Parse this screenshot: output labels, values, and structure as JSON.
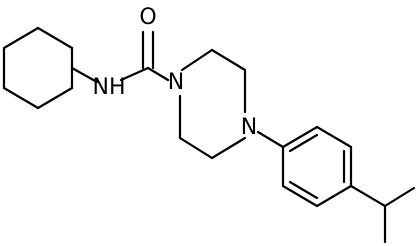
{
  "molecule": {
    "colors": {
      "bond": "#000000",
      "background": "#ffffff"
    },
    "atoms": {
      "oxygen": "O",
      "nh": "NH",
      "n1": "N",
      "n4": "N"
    }
  }
}
